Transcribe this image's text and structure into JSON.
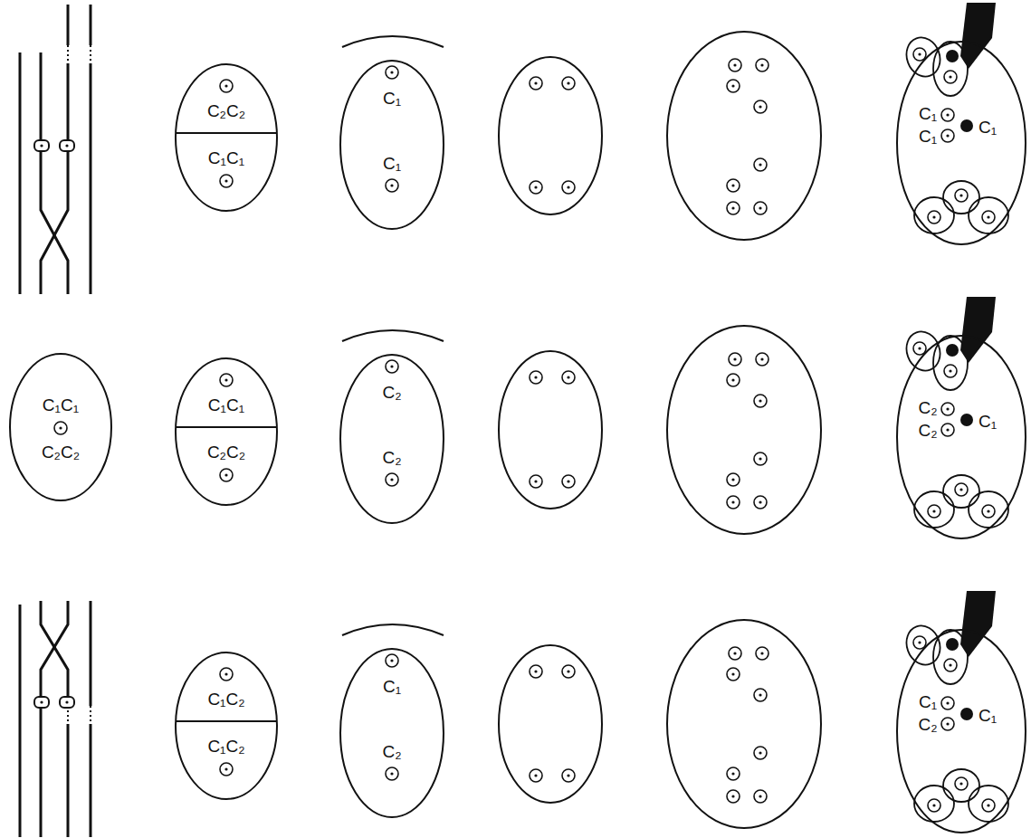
{
  "diagram": {
    "nodes": [
      {
        "text": [
          "C₂C₂",
          "C₁C₁"
        ]
      },
      {
        "text": [
          "C₁",
          "C₁"
        ]
      },
      {
        "text": [
          "C₁",
          "C₁",
          "C₁"
        ]
      },
      {
        "text": [
          "C₁C₁",
          "C₂C₂"
        ]
      },
      {
        "text": [
          "C₁C₁",
          "C₂C₂"
        ]
      },
      {
        "text": [
          "C₂",
          "C₂"
        ]
      },
      {
        "text": [
          "C₂",
          "C₂",
          "C₁"
        ]
      },
      {
        "text": [
          "C₁C₂",
          "C₁C₂"
        ]
      },
      {
        "text": [
          "C₁",
          "C₂"
        ]
      },
      {
        "text": [
          "C₁",
          "C₂",
          "C₁"
        ]
      }
    ]
  }
}
